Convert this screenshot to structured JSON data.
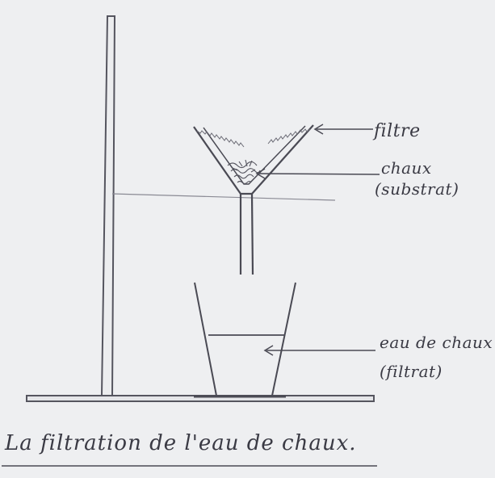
{
  "labels": {
    "filtre": "filtre",
    "chaux": "chaux",
    "substrat": "(substrat)",
    "eau_de_chaux": "eau de chaux",
    "filtrat": "(filtrat)"
  },
  "caption": "La filtration de l'eau de chaux.",
  "colors": {
    "paper": "#eeeff1",
    "ink": "#3a3a44",
    "pencil": "#6a6a74"
  }
}
